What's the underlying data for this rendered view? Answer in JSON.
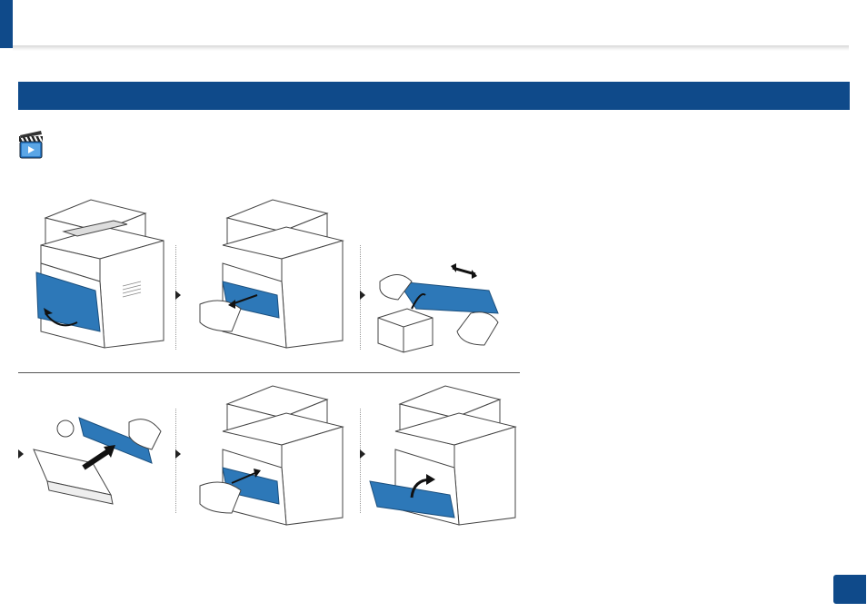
{
  "header": {
    "accent_color": "#0f4a8a"
  },
  "section": {
    "bar_color": "#0f4a8a",
    "title": ""
  },
  "video_icon": {
    "icon": "video-clapperboard-icon"
  },
  "steps": [
    {
      "id": 1,
      "depicts": "printer-front-door-opening"
    },
    {
      "id": 2,
      "depicts": "toner-cartridge-removal"
    },
    {
      "id": 3,
      "depicts": "new-cartridge-shaking"
    },
    {
      "id": 4,
      "depicts": "protective-cover-removal"
    },
    {
      "id": 5,
      "depicts": "toner-cartridge-insertion"
    },
    {
      "id": 6,
      "depicts": "front-door-closing"
    }
  ],
  "page_badge": {
    "color": "#0f4a8a"
  }
}
